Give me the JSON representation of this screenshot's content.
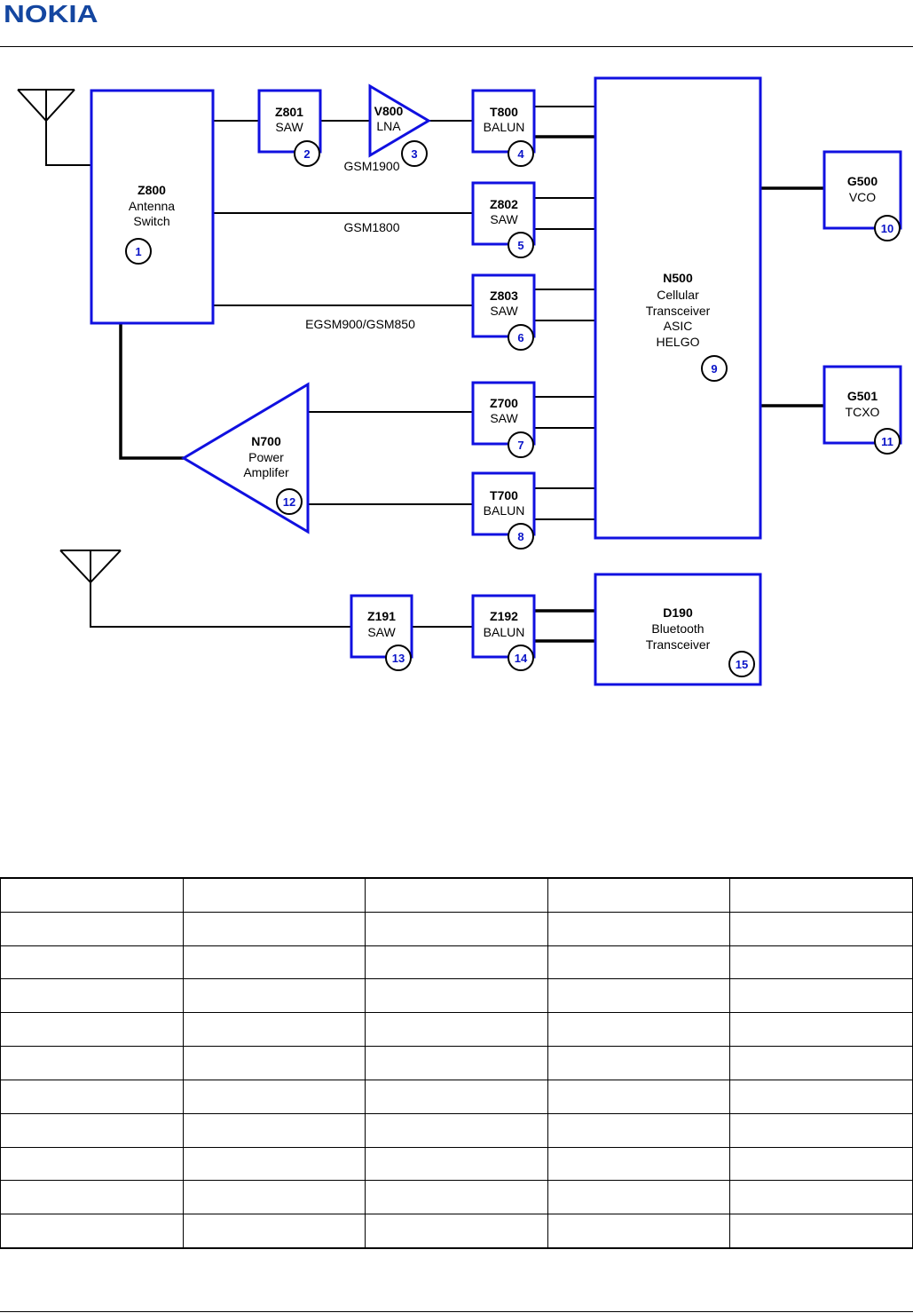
{
  "header": {
    "logo_text": "NOKIA",
    "logo_color": "#1446a0"
  },
  "diagram": {
    "line_color": "#1010e0",
    "blocks": {
      "z800": {
        "ref": "Z800",
        "lines": [
          "Antenna",
          "Switch"
        ],
        "num": "1"
      },
      "z801": {
        "ref": "Z801",
        "lines": [
          "SAW"
        ],
        "num": "2"
      },
      "v800": {
        "ref": "V800",
        "lines": [
          "LNA"
        ],
        "num": "3"
      },
      "t800": {
        "ref": "T800",
        "lines": [
          "BALUN"
        ],
        "num": "4"
      },
      "z802": {
        "ref": "Z802",
        "lines": [
          "SAW"
        ],
        "num": "5"
      },
      "z803": {
        "ref": "Z803",
        "lines": [
          "SAW"
        ],
        "num": "6"
      },
      "z700": {
        "ref": "Z700",
        "lines": [
          "SAW"
        ],
        "num": "7"
      },
      "t700": {
        "ref": "T700",
        "lines": [
          "BALUN"
        ],
        "num": "8"
      },
      "n500": {
        "ref": "N500",
        "lines": [
          "Cellular",
          "Transceiver",
          "ASIC",
          "HELGO"
        ],
        "num": "9"
      },
      "g500": {
        "ref": "G500",
        "lines": [
          "VCO"
        ],
        "num": "10"
      },
      "g501": {
        "ref": "G501",
        "lines": [
          "TCXO"
        ],
        "num": "11"
      },
      "n700": {
        "ref": "N700",
        "lines": [
          "Power",
          "Amplifer"
        ],
        "num": "12"
      },
      "z191": {
        "ref": "Z191",
        "lines": [
          "SAW"
        ],
        "num": "13"
      },
      "z192": {
        "ref": "Z192",
        "lines": [
          "BALUN"
        ],
        "num": "14"
      },
      "d190": {
        "ref": "D190",
        "lines": [
          "Bluetooth",
          "Transceiver"
        ],
        "num": "15"
      }
    },
    "band_labels": {
      "gsm1900": "GSM1900",
      "gsm1800": "GSM1800",
      "egsm900": "EGSM900/GSM850"
    }
  },
  "table": {
    "columns": 5,
    "rows": 11
  }
}
